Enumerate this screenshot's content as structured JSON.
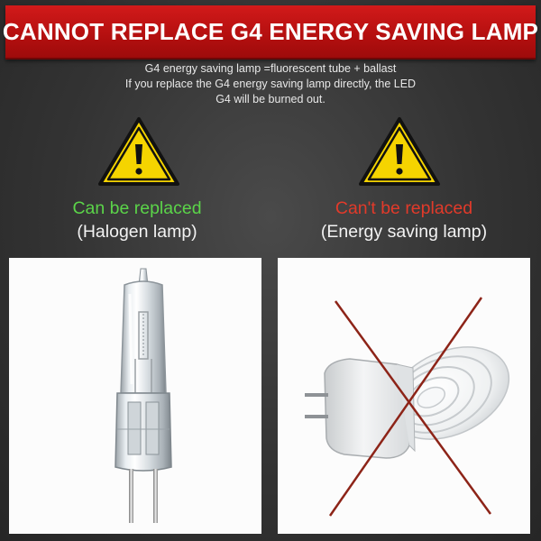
{
  "banner": {
    "title": "CANNOT REPLACE G4 ENERGY SAVING LAMP"
  },
  "description": {
    "lines": [
      "G4 energy saving lamp =fluorescent tube + ballast",
      "If you replace the G4 energy saving lamp directly, the LED",
      "G4 will be burned out."
    ]
  },
  "left": {
    "status": "Can be replaced",
    "type": "(Halogen lamp)",
    "status_color": "#5bd449",
    "icon": "warning-triangle-icon"
  },
  "right": {
    "status": "Can't be replaced",
    "type": "(Energy saving lamp)",
    "status_color": "#e23a2a",
    "icon": "warning-triangle-icon",
    "overlay": "cross-mark"
  },
  "colors": {
    "banner_red": "#c41414",
    "warning_yellow": "#f5d400",
    "background": "#3a3a3a"
  }
}
